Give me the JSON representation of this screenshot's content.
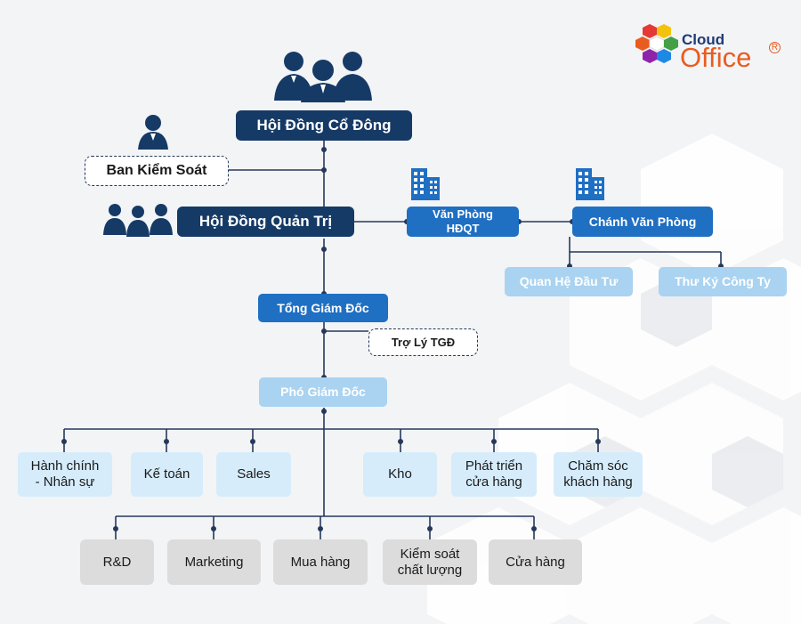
{
  "logo": {
    "line1": "Cloud",
    "line2": "Office",
    "mark": "R"
  },
  "nodes": {
    "shareholders": "Hội Đồng Cổ Đông",
    "supervisory": "Ban Kiểm Soát",
    "board": "Hội Đồng Quản Trị",
    "board_office": "Văn Phòng\nHĐQT",
    "chief_office": "Chánh Văn Phòng",
    "investor_relations": "Quan Hệ Đầu Tư",
    "company_secretary": "Thư Ký Công Ty",
    "ceo": "Tổng Giám Đốc",
    "ceo_assistant": "Trợ Lý TGĐ",
    "deputy_director": "Phó Giám Đốc",
    "departments_row1": [
      "Hành chính\n- Nhân sự",
      "Kế toán",
      "Sales",
      "Kho",
      "Phát triển\ncửa hàng",
      "Chăm sóc\nkhách hàng"
    ],
    "departments_row2": [
      "R&D",
      "Marketing",
      "Mua hàng",
      "Kiểm soát\nchất lượng",
      "Cửa hàng"
    ]
  },
  "icons": {
    "shareholders": "group-of-three-people-icon",
    "supervisory": "person-icon",
    "board": "group-of-three-people-icon",
    "board_office": "office-building-icon",
    "chief_office": "office-building-icon"
  },
  "colors": {
    "navy": "#163a66",
    "blue": "#1f6fc3",
    "light_blue": "#a9d3f1",
    "pale_blue": "#d6ecfb",
    "gray": "#dcdcdc"
  }
}
